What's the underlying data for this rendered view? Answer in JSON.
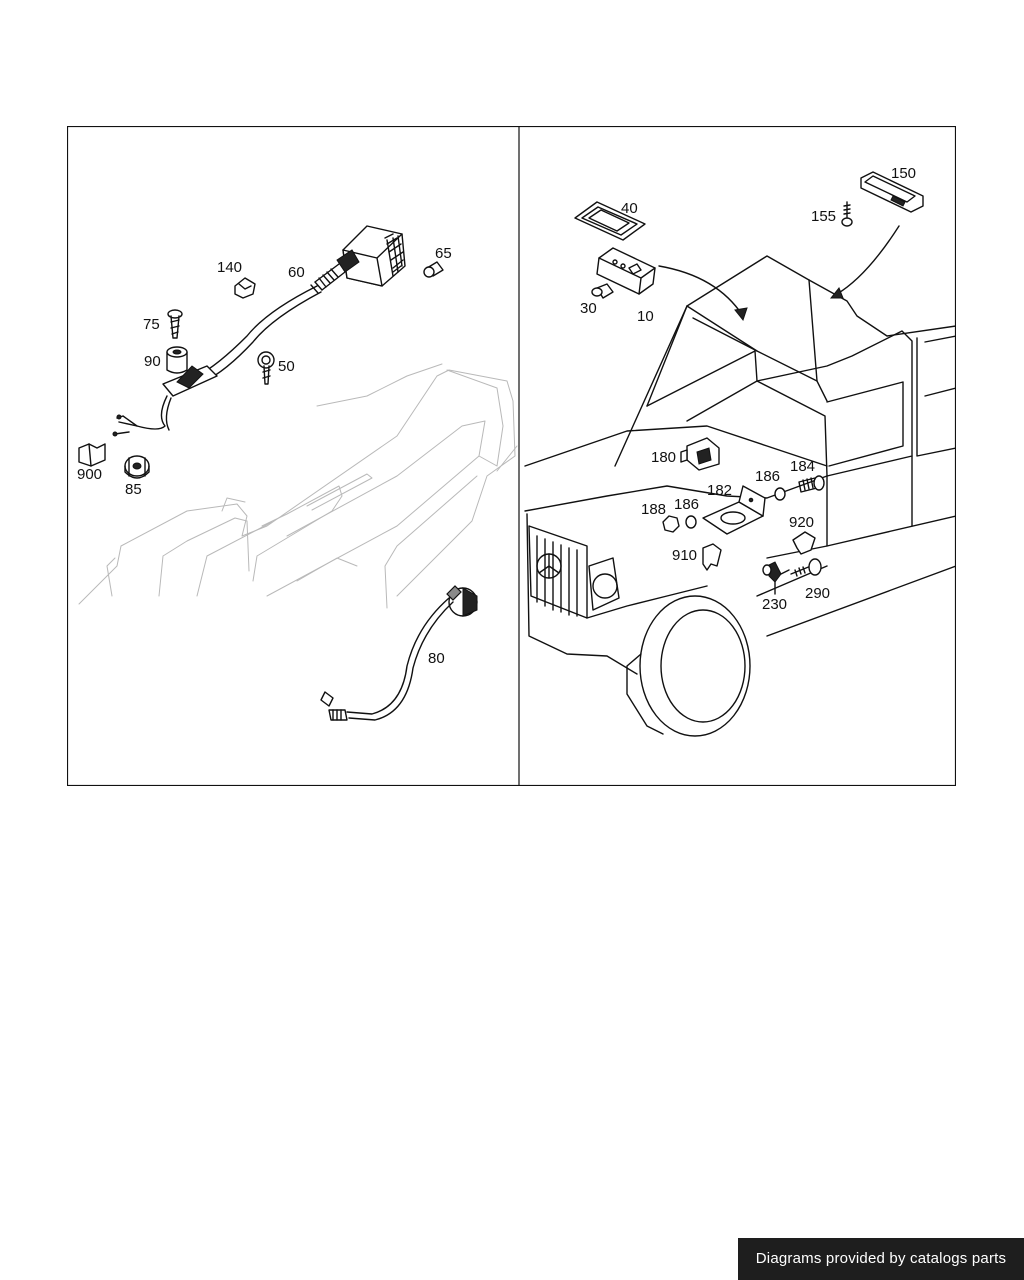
{
  "left_panel": {
    "labels": {
      "p140": "140",
      "p60": "60",
      "p65": "65",
      "p75": "75",
      "p90": "90",
      "p50": "50",
      "p900": "900",
      "p85": "85",
      "p80": "80"
    }
  },
  "right_panel": {
    "labels": {
      "p40": "40",
      "p150": "150",
      "p155": "155",
      "p30": "30",
      "p10": "10",
      "p180": "180",
      "p186a": "186",
      "p184": "184",
      "p188": "188",
      "p186b": "186",
      "p182": "182",
      "p920": "920",
      "p910": "910",
      "p230": "230",
      "p290": "290"
    }
  },
  "footer": {
    "text": "Diagrams provided by catalogs parts"
  },
  "colors": {
    "line": "#111111",
    "faint": "#b9b9b9",
    "banner_bg": "#1e1e1e",
    "banner_text": "#ffffff"
  }
}
